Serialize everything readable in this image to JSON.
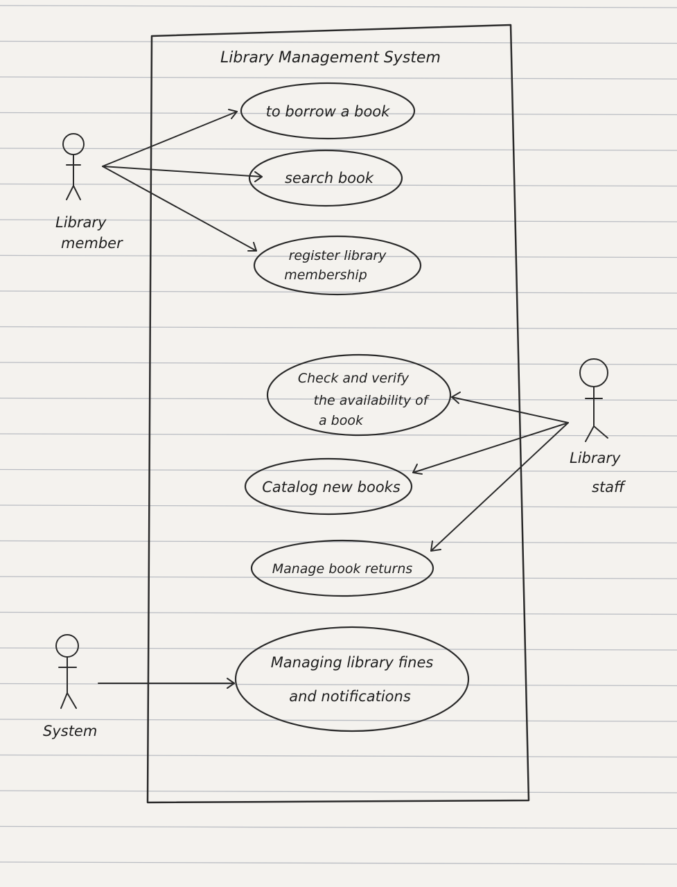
{
  "diagram": {
    "type": "use-case",
    "system_title": "Library Management System",
    "actors": [
      {
        "id": "member",
        "label_lines": [
          "Library",
          "member"
        ]
      },
      {
        "id": "staff",
        "label_lines": [
          "Library",
          "staff"
        ]
      },
      {
        "id": "system",
        "label_lines": [
          "System"
        ]
      }
    ],
    "use_cases": [
      {
        "id": "borrow",
        "lines": [
          "to borrow a book"
        ]
      },
      {
        "id": "search",
        "lines": [
          "search book"
        ]
      },
      {
        "id": "register",
        "lines": [
          "register library",
          "membership"
        ]
      },
      {
        "id": "check",
        "lines": [
          "Check and verify",
          "the availability of",
          "a book"
        ]
      },
      {
        "id": "catalog",
        "lines": [
          "Catalog new books"
        ]
      },
      {
        "id": "returns",
        "lines": [
          "Manage book returns"
        ]
      },
      {
        "id": "fines",
        "lines": [
          "Managing library fines",
          "and notifications"
        ]
      }
    ],
    "associations": [
      {
        "from": "member",
        "to": "borrow"
      },
      {
        "from": "member",
        "to": "search"
      },
      {
        "from": "member",
        "to": "register"
      },
      {
        "from": "staff",
        "to": "check"
      },
      {
        "from": "staff",
        "to": "catalog"
      },
      {
        "from": "staff",
        "to": "returns"
      },
      {
        "from": "system",
        "to": "fines"
      }
    ],
    "colors": {
      "paper": "#f4f2ee",
      "rule_line": "#b9bcc2",
      "ink": "#2a2a2a"
    }
  }
}
